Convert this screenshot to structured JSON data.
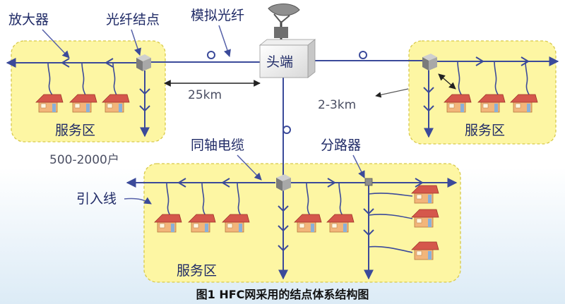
{
  "labels": {
    "amplifier": "放大器",
    "fiber_node": "光纤结点",
    "analog_fiber": "模拟光纤",
    "headend": "头端",
    "distance_25km": "25km",
    "distance_2_3km": "2-3km",
    "service_area_left": "服务区",
    "service_area_right": "服务区",
    "service_area_bottom": "服务区",
    "households": "500-2000户",
    "coax_cable": "同轴电缆",
    "splitter": "分路器",
    "drop_line": "引入线"
  },
  "caption": "图1 HFC网采用的结点体系结构图",
  "colors": {
    "service_area_fill": "#fdf6a3",
    "service_area_border": "#d8c94a",
    "cable": "#3b4a9a",
    "house_wall": "#f2b57a",
    "house_roof": "#d5574b",
    "node_box": "#8e8e8e",
    "text": "#1f2a66"
  },
  "icons": {
    "headend": "satellite-dish-icon",
    "fiber_node": "gray-cube-icon",
    "house": "house-icon"
  }
}
